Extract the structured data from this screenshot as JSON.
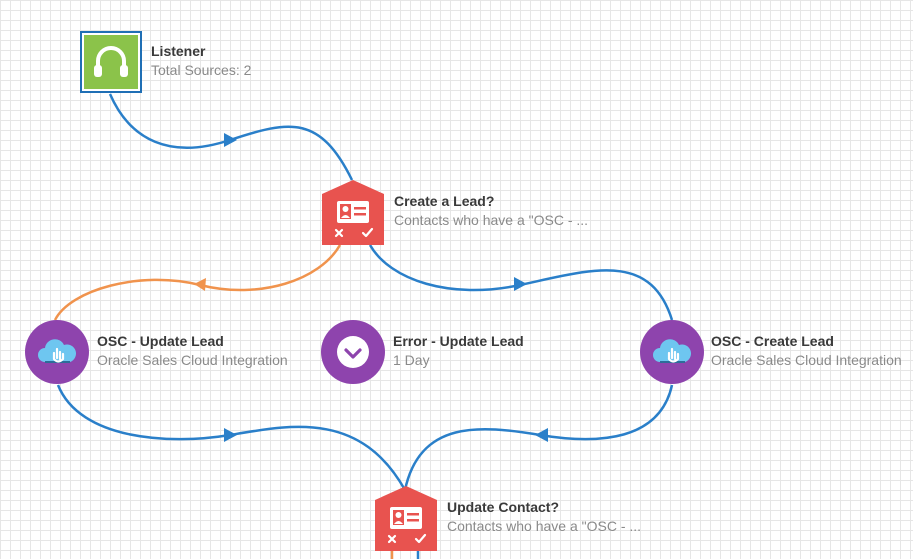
{
  "nodes": {
    "listener": {
      "title": "Listener",
      "subtitle": "Total Sources: 2",
      "icon": "headphones-icon",
      "color": "#8bc34a",
      "selected": true
    },
    "create_lead": {
      "title": "Create a Lead?",
      "subtitle": "Contacts who have a \"OSC - ...",
      "icon": "contact-card-icon",
      "color": "#e8534f"
    },
    "osc_update_lead": {
      "title": "OSC - Update Lead",
      "subtitle": "Oracle Sales Cloud Integration",
      "icon": "cloud-hand-icon",
      "color": "#8e44ad"
    },
    "error_update_lead": {
      "title": "Error - Update Lead",
      "subtitle": "1 Day",
      "icon": "clock-icon",
      "color": "#8e44ad"
    },
    "osc_create_lead": {
      "title": "OSC - Create Lead",
      "subtitle": "Oracle Sales Cloud Integration",
      "icon": "cloud-hand-icon",
      "color": "#8e44ad"
    },
    "update_contact": {
      "title": "Update Contact?",
      "subtitle": "Contacts who have a \"OSC - ...",
      "icon": "contact-card-icon",
      "color": "#e8534f"
    }
  },
  "connector_colors": {
    "default": "#2a7fc9",
    "no_branch": "#f0934d"
  }
}
